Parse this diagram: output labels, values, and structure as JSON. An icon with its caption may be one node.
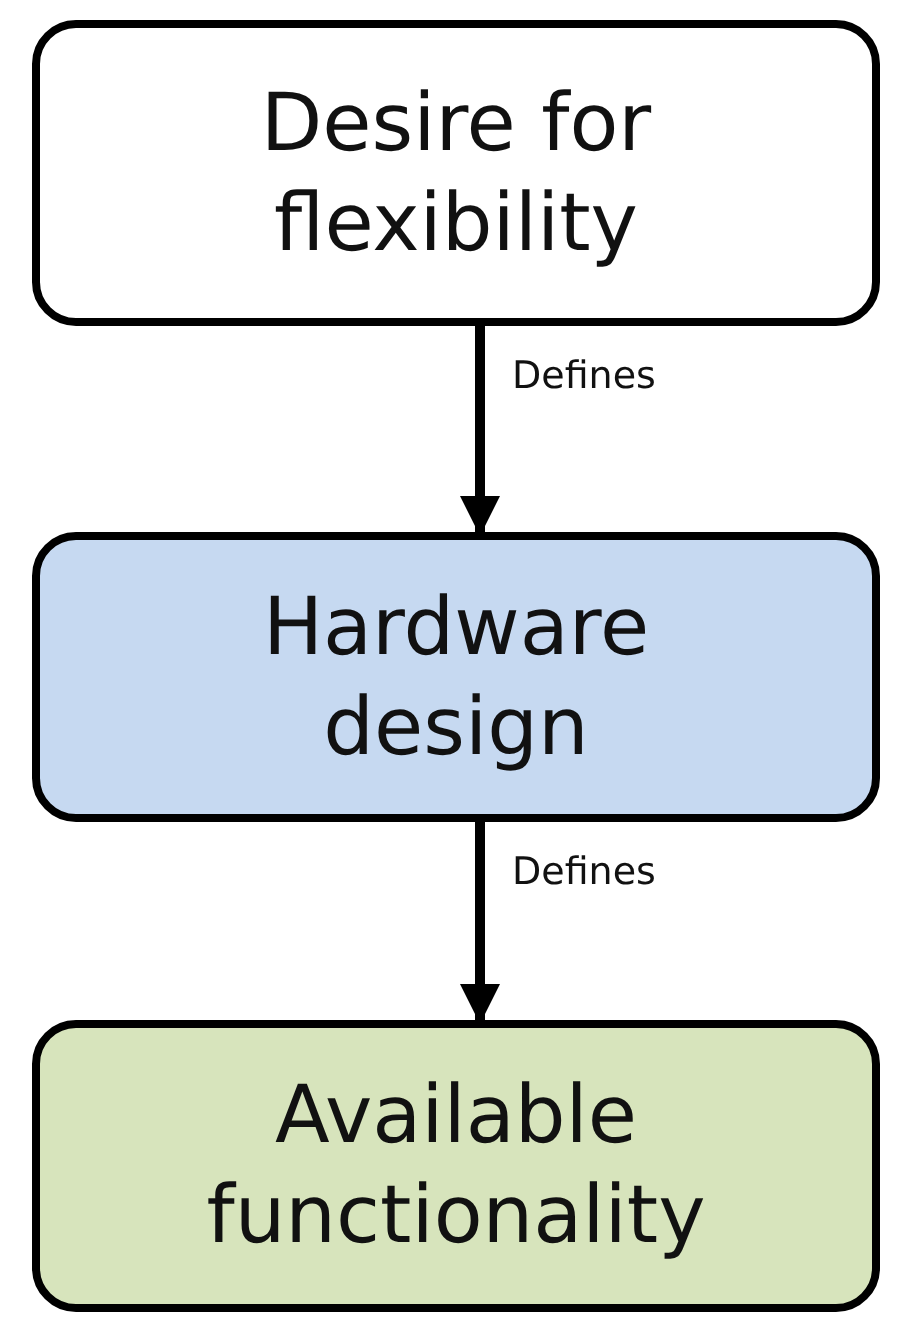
{
  "diagram": {
    "nodes": [
      {
        "text": [
          "Desire for flexibility"
        ]
      },
      {
        "text": [
          "Hardware design"
        ]
      },
      {
        "text": [
          "Available functionality"
        ]
      }
    ],
    "edges": [
      {
        "from": 0,
        "to": 1,
        "arrow": "to",
        "label": "Defines"
      },
      {
        "from": 1,
        "to": 2,
        "arrow": "to",
        "label": "Defines"
      }
    ]
  }
}
